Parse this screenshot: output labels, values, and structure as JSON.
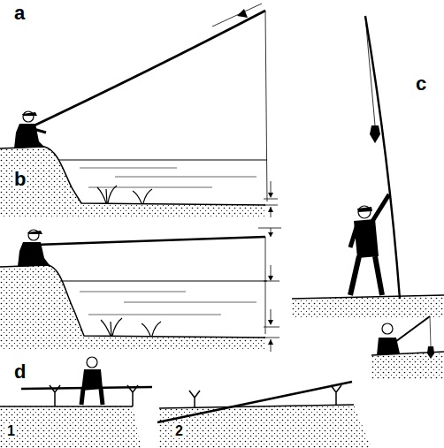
{
  "diagram": {
    "labels": [
      "a",
      "b",
      "c",
      "d",
      "1",
      "2"
    ]
  }
}
